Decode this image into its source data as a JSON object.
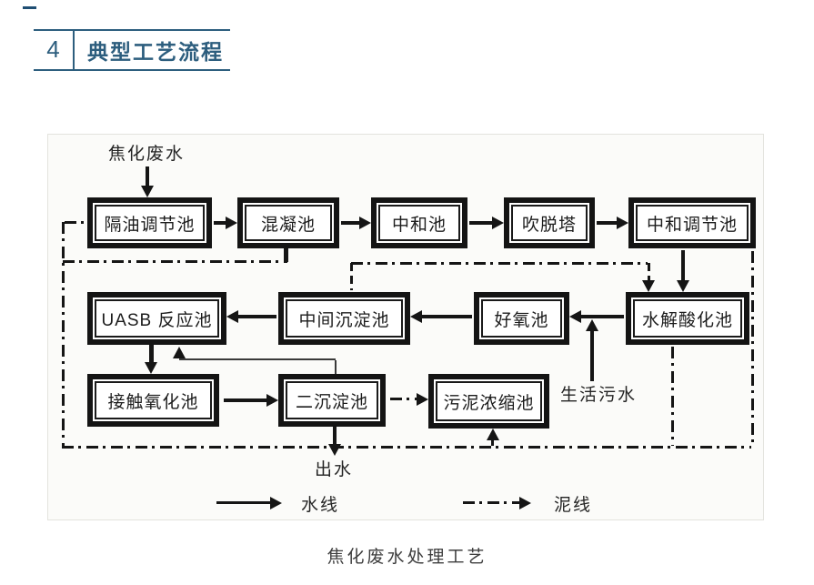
{
  "header": {
    "index": "4",
    "title": "典型工艺流程"
  },
  "diagram": {
    "input_label": "焦化废水",
    "domestic_sewage_label": "生活污水",
    "effluent_label": "出水",
    "boxes": [
      {
        "id": "oil-separation-regulating-tank",
        "label": "隔油调节池"
      },
      {
        "id": "coagulation-tank",
        "label": "混凝池"
      },
      {
        "id": "neutralization-tank",
        "label": "中和池"
      },
      {
        "id": "stripping-tower",
        "label": "吹脱塔"
      },
      {
        "id": "neutralization-regulating-tank",
        "label": "中和调节池"
      },
      {
        "id": "uasb-reactor",
        "label": "UASB 反应池"
      },
      {
        "id": "intermediate-sedimentation-tank",
        "label": "中间沉淀池"
      },
      {
        "id": "aerobic-tank",
        "label": "好氧池"
      },
      {
        "id": "hydrolysis-acidification-tank",
        "label": "水解酸化池"
      },
      {
        "id": "contact-oxidation-tank",
        "label": "接触氧化池"
      },
      {
        "id": "secondary-sedimentation-tank",
        "label": "二沉淀池"
      },
      {
        "id": "sludge-thickening-tank",
        "label": "污泥浓缩池"
      }
    ],
    "legend": {
      "water_label": "水线",
      "sludge_label": "泥线"
    }
  },
  "caption": "焦化废水处理工艺",
  "colors": {
    "accent": "#2d5e7e",
    "ink": "#151515"
  }
}
